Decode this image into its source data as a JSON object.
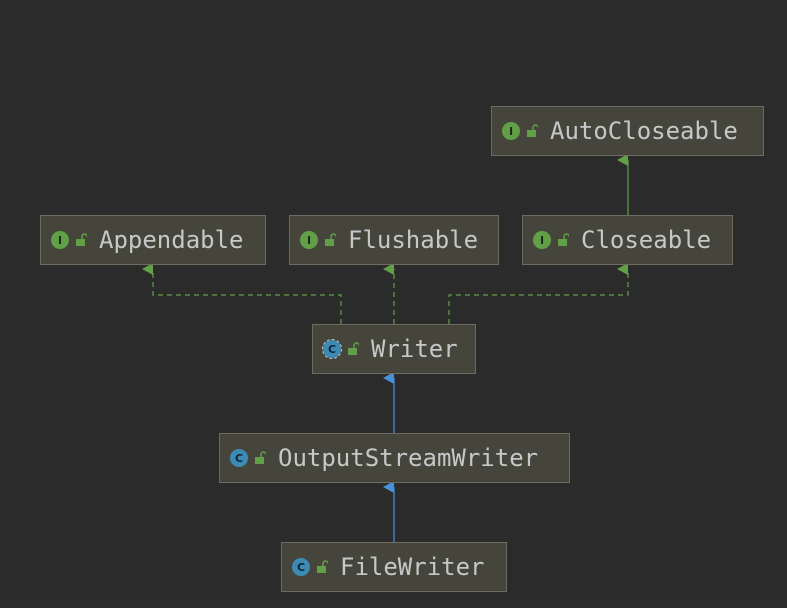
{
  "colors": {
    "background": "#2b2b2b",
    "node_fill": "#45453b",
    "node_border": "#6c6c61",
    "implements_edge": "#62a048",
    "extends_edge": "#4a90d9",
    "interface_badge": "#62a048",
    "class_badge": "#3b8bb5"
  },
  "nodes": {
    "autocloseable": {
      "label": "AutoCloseable",
      "kind": "interface",
      "badge": "I"
    },
    "appendable": {
      "label": "Appendable",
      "kind": "interface",
      "badge": "I"
    },
    "flushable": {
      "label": "Flushable",
      "kind": "interface",
      "badge": "I"
    },
    "closeable": {
      "label": "Closeable",
      "kind": "interface",
      "badge": "I"
    },
    "writer": {
      "label": "Writer",
      "kind": "abstract-class",
      "badge": "C"
    },
    "outputstreamwriter": {
      "label": "OutputStreamWriter",
      "kind": "class",
      "badge": "C"
    },
    "filewriter": {
      "label": "FileWriter",
      "kind": "class",
      "badge": "C"
    }
  },
  "edges": [
    {
      "from": "closeable",
      "to": "autocloseable",
      "type": "extends-interface"
    },
    {
      "from": "writer",
      "to": "appendable",
      "type": "implements"
    },
    {
      "from": "writer",
      "to": "flushable",
      "type": "implements"
    },
    {
      "from": "writer",
      "to": "closeable",
      "type": "implements"
    },
    {
      "from": "outputstreamwriter",
      "to": "writer",
      "type": "extends"
    },
    {
      "from": "filewriter",
      "to": "outputstreamwriter",
      "type": "extends"
    }
  ]
}
